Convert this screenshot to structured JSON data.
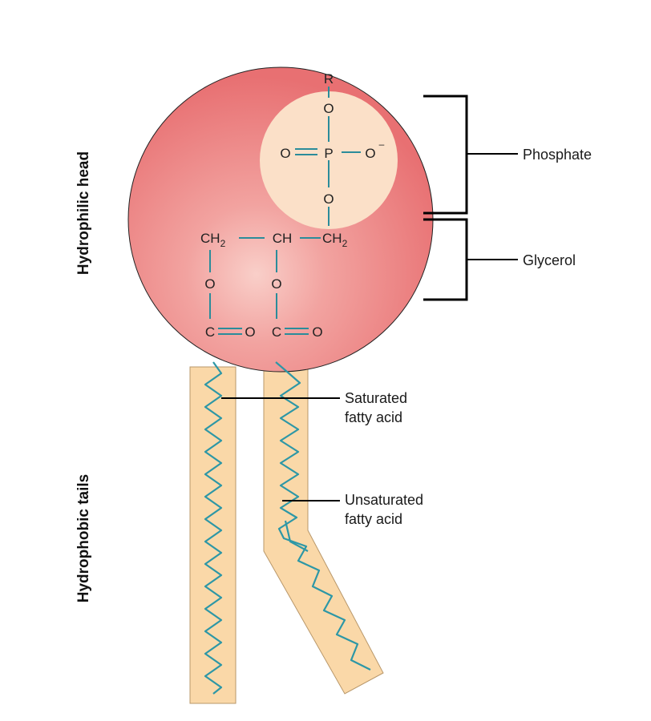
{
  "head_labels": {
    "hydrophilic": "Hydrophilic head",
    "hydrophobic": "Hydrophobic tails"
  },
  "region_labels": {
    "phosphate": "Phosphate",
    "glycerol": "Glycerol"
  },
  "tail_labels": {
    "saturated_line1": "Saturated",
    "saturated_line2": "fatty acid",
    "unsaturated_line1": "Unsaturated",
    "unsaturated_line2": "fatty acid"
  },
  "chemistry": {
    "r": "R",
    "o": "O",
    "p": "P",
    "o_minus": "O",
    "minus": "–",
    "c": "C",
    "ch": "CH",
    "ch2": "CH",
    "sub2": "2"
  },
  "colors": {
    "head": "#ec7e7e",
    "phosphate_region": "#fbe0c8",
    "tail_fill": "#fad8a8",
    "tail_stroke": "#c9a06a",
    "bond": "#2b8c9a"
  }
}
